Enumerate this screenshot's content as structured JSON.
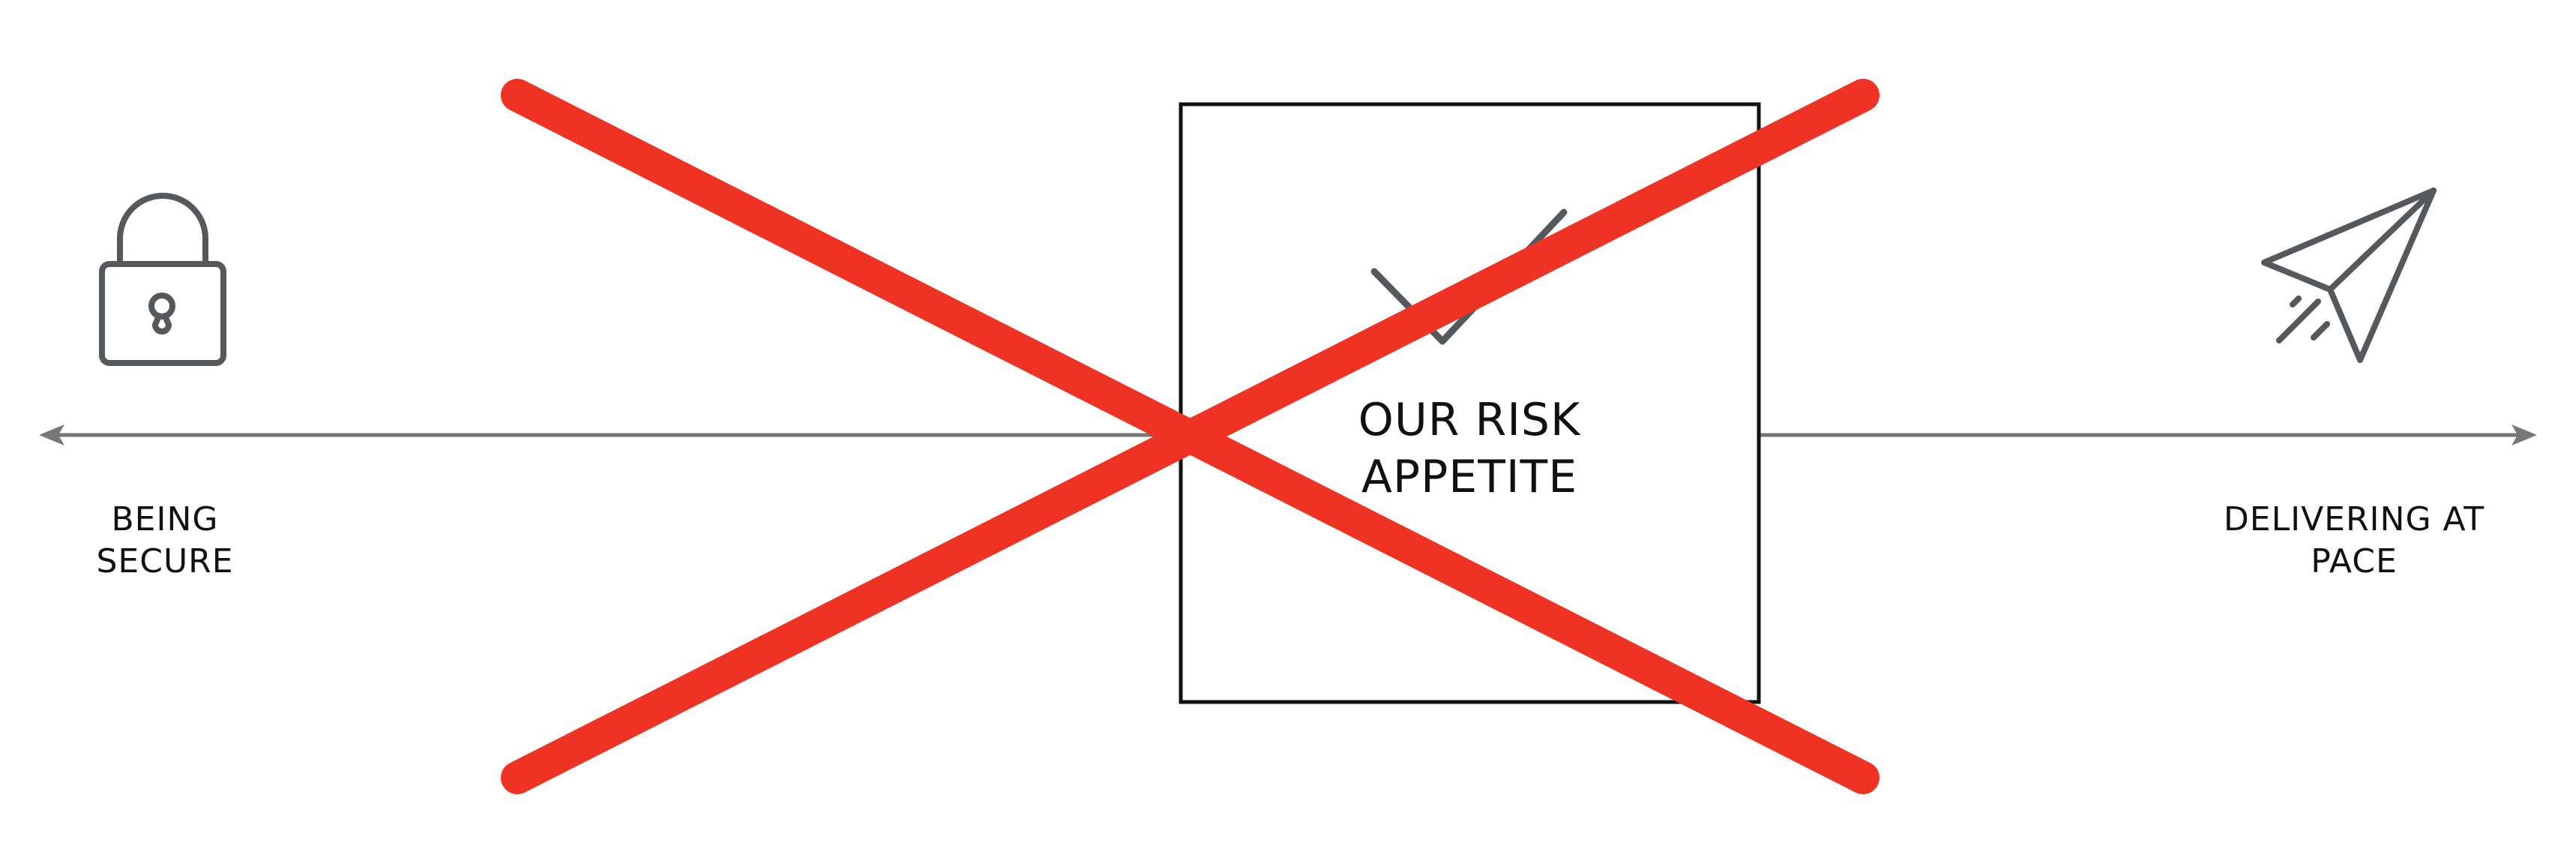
{
  "diagram": {
    "left_end": {
      "icon": "lock-icon",
      "label_lines": [
        "BEING",
        "SECURE"
      ]
    },
    "right_end": {
      "icon": "paper-plane-icon",
      "label_lines": [
        "DELIVERING AT",
        "PACE"
      ]
    },
    "center_box": {
      "icon": "checkmark-icon",
      "label_lines": [
        "OUR RISK",
        "APPETITE"
      ]
    },
    "overlay": {
      "icon": "cross-out-icon",
      "color": "#ee3224"
    },
    "colors": {
      "axis": "#777777",
      "icon": "#55585c",
      "box_border": "#111111",
      "text": "#111111",
      "background": "#ffffff"
    }
  }
}
